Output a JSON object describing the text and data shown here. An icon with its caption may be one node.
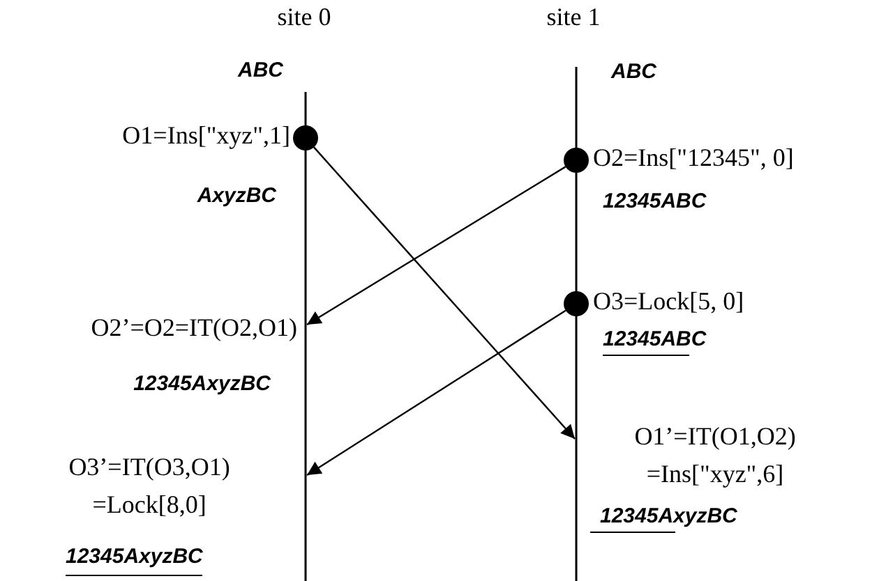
{
  "diagram": {
    "nodes": [
      {
        "text": [],
        "shape": "circle",
        "beside": [
          "O1=Ins[\"xyz\",1]"
        ]
      },
      {
        "text": [],
        "shape": "circle",
        "beside": [
          "O2=Ins[\"12345\", 0]"
        ]
      },
      {
        "text": [],
        "shape": "circle",
        "beside": [
          "O3=Lock[5, 0]"
        ]
      },
      {
        "text": [
          "O2’=O2=IT(O2,O1)"
        ]
      },
      {
        "text": [
          "O1’=IT(O1,O2) =Ins[\"xyz\",6]"
        ]
      },
      {
        "text": [
          "O3’=IT(O3,O1) =Lock[8,0]"
        ]
      }
    ],
    "edges": [
      {
        "from": 1,
        "to": 3,
        "arrow": "to"
      },
      {
        "from": 2,
        "to": 5,
        "arrow": "to"
      },
      {
        "from": 0,
        "to": 4,
        "arrow": "to"
      }
    ],
    "labels": [
      "site 0",
      "site 1",
      "ABC",
      "ABC",
      "AxyzBC",
      "12345ABC",
      "12345ABC",
      "12345AxyzBC",
      "12345AxyzBC",
      "12345AxyzBC"
    ]
  }
}
